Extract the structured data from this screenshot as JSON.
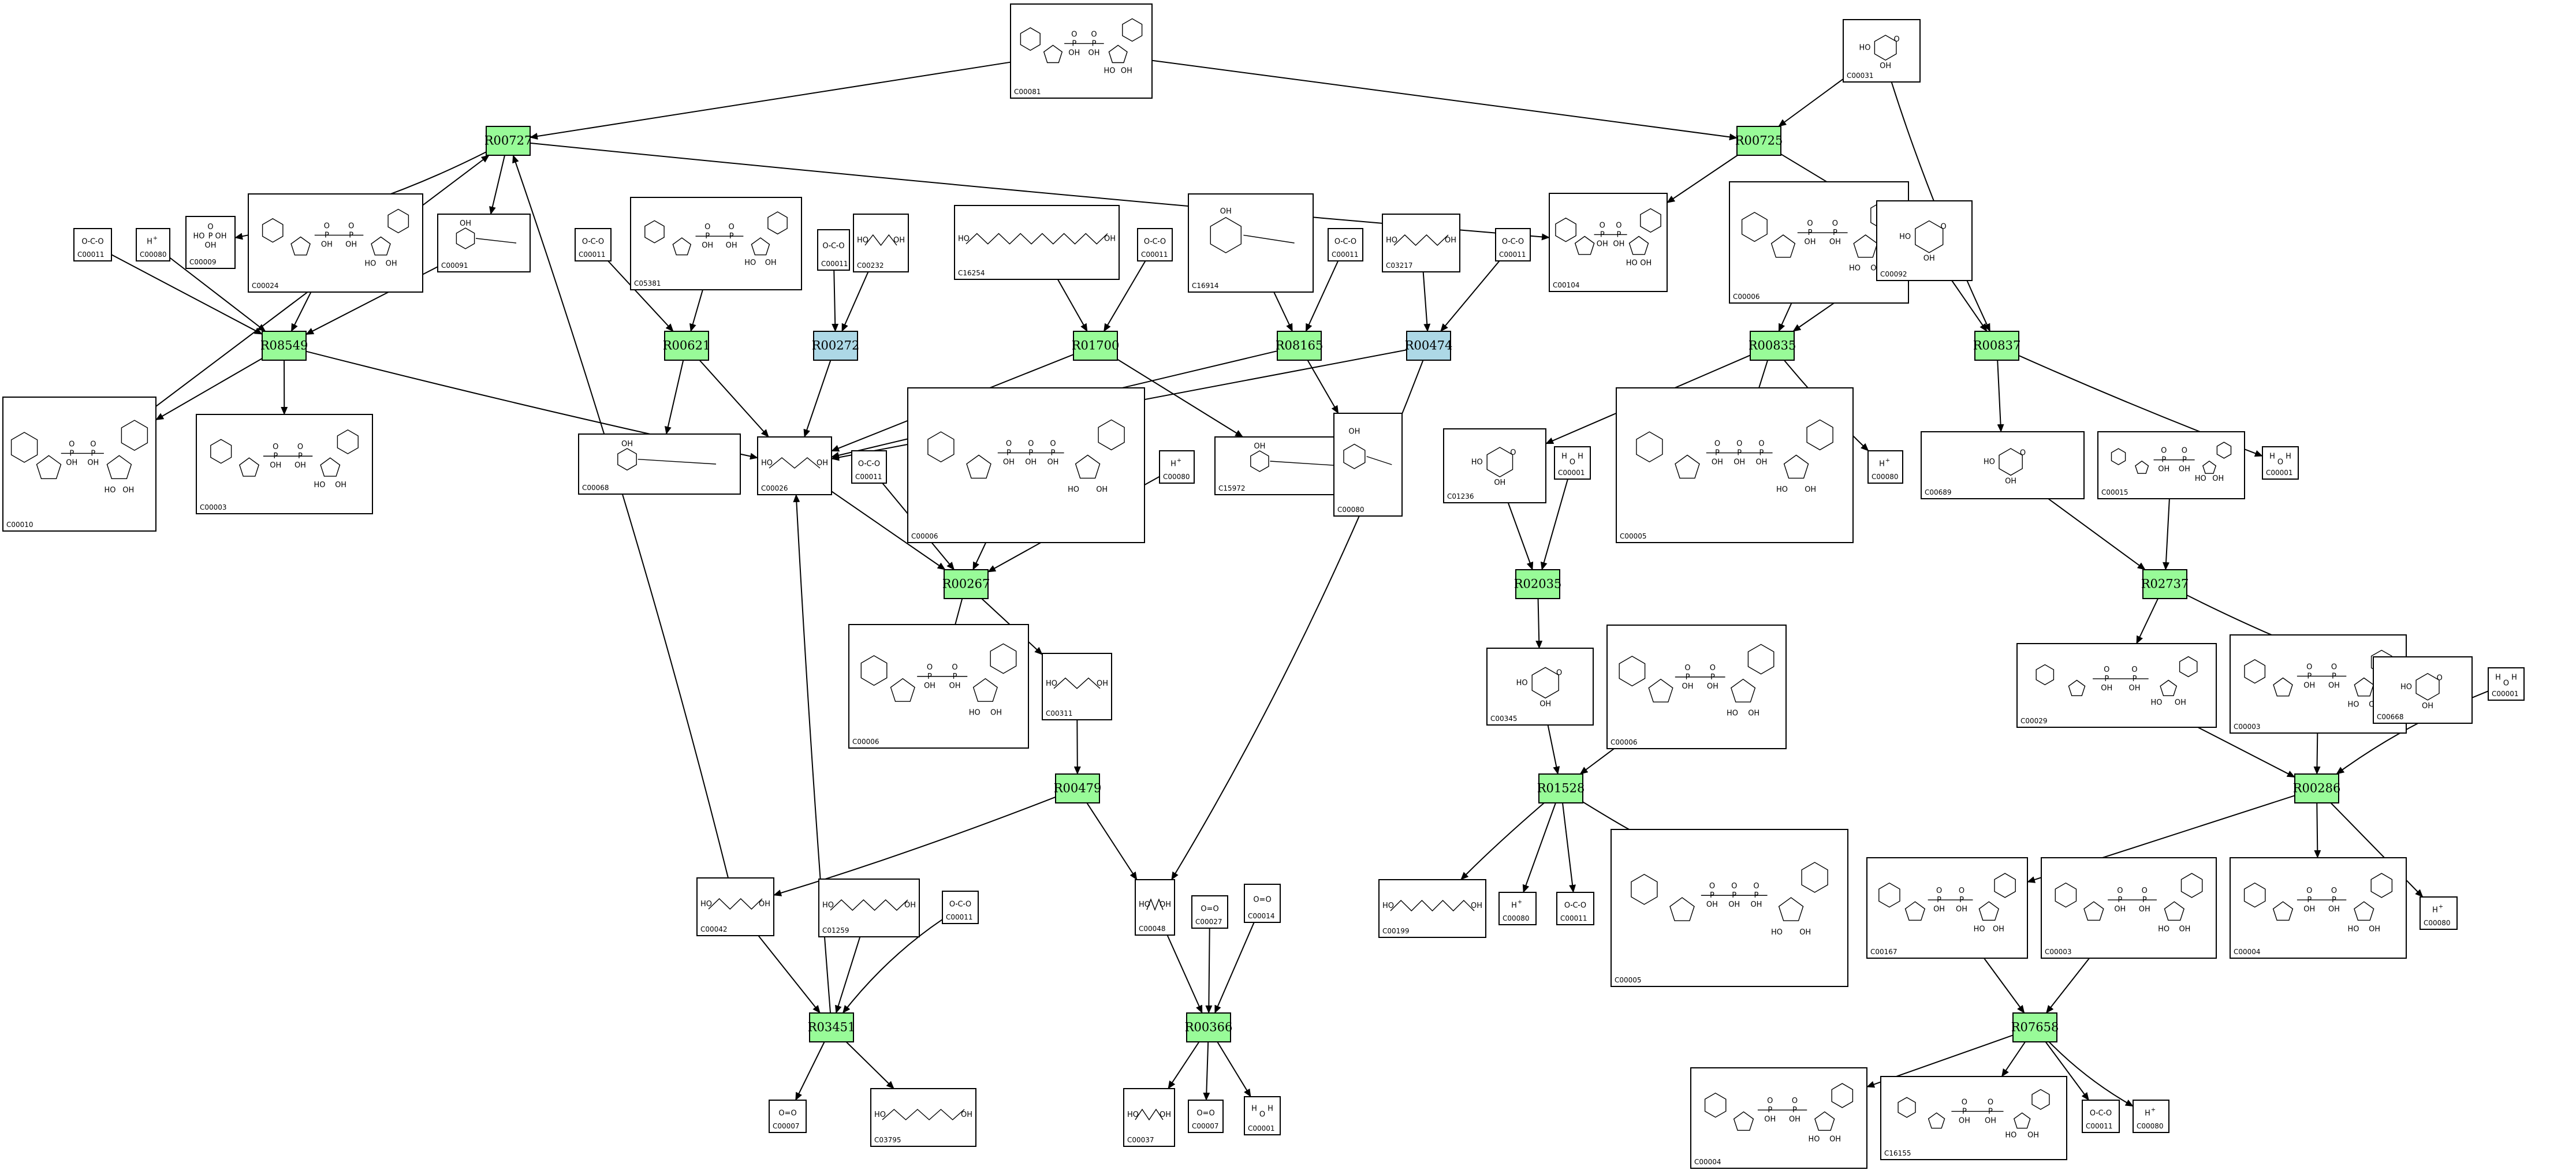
{
  "colors": {
    "reaction_green": "#98fb98",
    "reaction_blue": "#add8e6",
    "edge": "#000000"
  },
  "reactions": [
    {
      "id": "R00727",
      "color": "green"
    },
    {
      "id": "R00725",
      "color": "green"
    },
    {
      "id": "R08549",
      "color": "green"
    },
    {
      "id": "R00621",
      "color": "green"
    },
    {
      "id": "R00272",
      "color": "blue"
    },
    {
      "id": "R01700",
      "color": "green"
    },
    {
      "id": "R08165",
      "color": "green"
    },
    {
      "id": "R00474",
      "color": "blue"
    },
    {
      "id": "R00835",
      "color": "green"
    },
    {
      "id": "R00837",
      "color": "green"
    },
    {
      "id": "R00267",
      "color": "green"
    },
    {
      "id": "R02035",
      "color": "green"
    },
    {
      "id": "R02737",
      "color": "green"
    },
    {
      "id": "R00479",
      "color": "green"
    },
    {
      "id": "R01528",
      "color": "green"
    },
    {
      "id": "R00286",
      "color": "green"
    },
    {
      "id": "R03451",
      "color": "green"
    },
    {
      "id": "R00366",
      "color": "green"
    },
    {
      "id": "R07658",
      "color": "green"
    }
  ],
  "compounds": [
    {
      "label": "C00081",
      "kind": "nucleotide"
    },
    {
      "label": "C00031",
      "kind": "sugar"
    },
    {
      "label": "C00011",
      "kind": "co2"
    },
    {
      "label": "C00080",
      "kind": "proton"
    },
    {
      "label": "C00009",
      "kind": "phosphate"
    },
    {
      "label": "C00024",
      "kind": "nucleotide"
    },
    {
      "label": "C00091",
      "kind": "coa-ester"
    },
    {
      "label": "C00011",
      "kind": "co2"
    },
    {
      "label": "C05381",
      "kind": "nucleotide"
    },
    {
      "label": "C00011",
      "kind": "co2"
    },
    {
      "label": "C00232",
      "kind": "acid"
    },
    {
      "label": "C16254",
      "kind": "acid"
    },
    {
      "label": "C00011",
      "kind": "co2"
    },
    {
      "label": "C16914",
      "kind": "ring"
    },
    {
      "label": "C00011",
      "kind": "co2"
    },
    {
      "label": "C03217",
      "kind": "acid"
    },
    {
      "label": "C00011",
      "kind": "co2"
    },
    {
      "label": "C00104",
      "kind": "nucleotide"
    },
    {
      "label": "C00006",
      "kind": "nucleotide"
    },
    {
      "label": "C00092",
      "kind": "sugar"
    },
    {
      "label": "C00010",
      "kind": "coa"
    },
    {
      "label": "C00003",
      "kind": "nucleotide"
    },
    {
      "label": "C00068",
      "kind": "ring"
    },
    {
      "label": "C00026",
      "kind": "acid"
    },
    {
      "label": "C00011",
      "kind": "co2"
    },
    {
      "label": "C00006",
      "kind": "nucleotide"
    },
    {
      "label": "C00080",
      "kind": "proton"
    },
    {
      "label": "C15972",
      "kind": "ring"
    },
    {
      "label": "C00080",
      "kind": "ring"
    },
    {
      "label": "C01236",
      "kind": "sugar"
    },
    {
      "label": "C00001",
      "kind": "water"
    },
    {
      "label": "C00005",
      "kind": "nucleotide"
    },
    {
      "label": "C00080",
      "kind": "proton"
    },
    {
      "label": "C00689",
      "kind": "sugar"
    },
    {
      "label": "C00015",
      "kind": "nucleotide"
    },
    {
      "label": "C00001",
      "kind": "water"
    },
    {
      "label": "C00006",
      "kind": "nucleotide"
    },
    {
      "label": "C00311",
      "kind": "acid"
    },
    {
      "label": "C00345",
      "kind": "sugar"
    },
    {
      "label": "C00006",
      "kind": "nucleotide"
    },
    {
      "label": "C00029",
      "kind": "nucleotide"
    },
    {
      "label": "C00003",
      "kind": "nucleotide"
    },
    {
      "label": "C00668",
      "kind": "sugar"
    },
    {
      "label": "C00001",
      "kind": "water"
    },
    {
      "label": "C00042",
      "kind": "acid"
    },
    {
      "label": "C01259",
      "kind": "acid"
    },
    {
      "label": "C00011",
      "kind": "co2"
    },
    {
      "label": "C00048",
      "kind": "acid"
    },
    {
      "label": "C00027",
      "kind": "small"
    },
    {
      "label": "C00014",
      "kind": "small"
    },
    {
      "label": "C00199",
      "kind": "acid"
    },
    {
      "label": "C00080",
      "kind": "proton"
    },
    {
      "label": "C00011",
      "kind": "co2"
    },
    {
      "label": "C00005",
      "kind": "nucleotide"
    },
    {
      "label": "C00167",
      "kind": "nucleotide"
    },
    {
      "label": "C00003",
      "kind": "nucleotide"
    },
    {
      "label": "C00004",
      "kind": "nucleotide"
    },
    {
      "label": "C00080",
      "kind": "proton"
    },
    {
      "label": "C00007",
      "kind": "small"
    },
    {
      "label": "C03795",
      "kind": "acid"
    },
    {
      "label": "C00037",
      "kind": "acid"
    },
    {
      "label": "C00007",
      "kind": "small"
    },
    {
      "label": "C00001",
      "kind": "water"
    },
    {
      "label": "C00004",
      "kind": "nucleotide"
    },
    {
      "label": "C16155",
      "kind": "nucleotide"
    },
    {
      "label": "C00011",
      "kind": "co2"
    },
    {
      "label": "C00080",
      "kind": "proton"
    }
  ],
  "edges": [
    [
      "c0",
      "R00727"
    ],
    [
      "c0",
      "R00725"
    ],
    [
      "c1",
      "R00725"
    ],
    [
      "R00725",
      "c17"
    ],
    [
      "R00725",
      "c19"
    ],
    [
      "c1",
      "R00837"
    ],
    [
      "R00727",
      "c4"
    ],
    [
      "R00727",
      "c6"
    ],
    [
      "R00727",
      "c17"
    ],
    [
      "c20",
      "R00727"
    ],
    [
      "c2",
      "R08549"
    ],
    [
      "c3",
      "R08549"
    ],
    [
      "c5",
      "R08549"
    ],
    [
      "c6",
      "R08549"
    ],
    [
      "R08549",
      "c20"
    ],
    [
      "R08549",
      "c21"
    ],
    [
      "R08549",
      "c23"
    ],
    [
      "c7",
      "R00621"
    ],
    [
      "c8",
      "R00621"
    ],
    [
      "R00621",
      "c22"
    ],
    [
      "R00621",
      "c23"
    ],
    [
      "c9",
      "R00272"
    ],
    [
      "c10",
      "R00272"
    ],
    [
      "R00272",
      "c23"
    ],
    [
      "c11",
      "R01700"
    ],
    [
      "c12",
      "R01700"
    ],
    [
      "R01700",
      "c23"
    ],
    [
      "R01700",
      "c27"
    ],
    [
      "c13",
      "R08165"
    ],
    [
      "c14",
      "R08165"
    ],
    [
      "R08165",
      "c23"
    ],
    [
      "R08165",
      "c28"
    ],
    [
      "c15",
      "R00474"
    ],
    [
      "c16",
      "R00474"
    ],
    [
      "R00474",
      "c23"
    ],
    [
      "R00474",
      "c47"
    ],
    [
      "c18",
      "R00835"
    ],
    [
      "c19",
      "R00835"
    ],
    [
      "R00835",
      "c29"
    ],
    [
      "R00835",
      "c31"
    ],
    [
      "R00835",
      "c32"
    ],
    [
      "c19",
      "R00837"
    ],
    [
      "R00837",
      "c33"
    ],
    [
      "R00837",
      "c35"
    ],
    [
      "c23",
      "R00267"
    ],
    [
      "c24",
      "R00267"
    ],
    [
      "c25",
      "R00267"
    ],
    [
      "c26",
      "R00267"
    ],
    [
      "R00267",
      "c36"
    ],
    [
      "R00267",
      "c37"
    ],
    [
      "c29",
      "R02035"
    ],
    [
      "c30",
      "R02035"
    ],
    [
      "R02035",
      "c38"
    ],
    [
      "c33",
      "R02737"
    ],
    [
      "c34",
      "R02737"
    ],
    [
      "R02737",
      "c40"
    ],
    [
      "R02737",
      "c42"
    ],
    [
      "c37",
      "R00479"
    ],
    [
      "R00479",
      "c44"
    ],
    [
      "R00479",
      "c47"
    ],
    [
      "c38",
      "R01528"
    ],
    [
      "c39",
      "R01528"
    ],
    [
      "R01528",
      "c50"
    ],
    [
      "R01528",
      "c51"
    ],
    [
      "R01528",
      "c52"
    ],
    [
      "R01528",
      "c53"
    ],
    [
      "c40",
      "R00286"
    ],
    [
      "c41",
      "R00286"
    ],
    [
      "c43",
      "R00286"
    ],
    [
      "R00286",
      "c54"
    ],
    [
      "R00286",
      "c56"
    ],
    [
      "R00286",
      "c57"
    ],
    [
      "c44",
      "R03451"
    ],
    [
      "c45",
      "R03451"
    ],
    [
      "c46",
      "R03451"
    ],
    [
      "R03451",
      "c23"
    ],
    [
      "R03451",
      "c58"
    ],
    [
      "R03451",
      "c59"
    ],
    [
      "c44",
      "R00727"
    ],
    [
      "c47",
      "R00366"
    ],
    [
      "c48",
      "R00366"
    ],
    [
      "c49",
      "R00366"
    ],
    [
      "R00366",
      "c60"
    ],
    [
      "R00366",
      "c61"
    ],
    [
      "R00366",
      "c62"
    ],
    [
      "c54",
      "R07658"
    ],
    [
      "c55",
      "R07658"
    ],
    [
      "R07658",
      "c63"
    ],
    [
      "R07658",
      "c64"
    ],
    [
      "R07658",
      "c65"
    ],
    [
      "R07658",
      "c66"
    ]
  ]
}
